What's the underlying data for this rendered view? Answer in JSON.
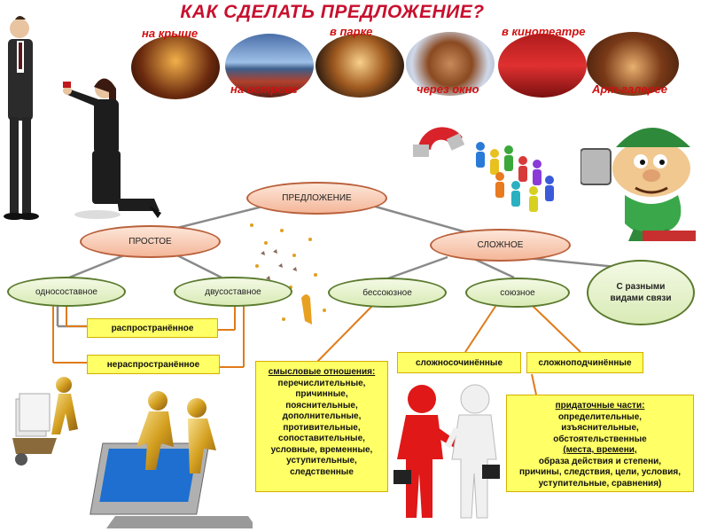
{
  "title": "КАК СДЕЛАТЬ ПРЕДЛОЖЕНИЕ?",
  "places": {
    "roof": "на крыше",
    "island": "на острове",
    "park": "в парке",
    "window": "через окно",
    "cinema": "в кинотеатре",
    "gallery": "Арт-галерее"
  },
  "nodes": {
    "root": "ПРЕДЛОЖЕНИЕ",
    "simple": "ПРОСТОЕ",
    "complex": "СЛОЖНОЕ",
    "one_part": "односоставное",
    "two_part": "двусоставное",
    "non_union": "бессоюзное",
    "union": "союзное",
    "mixed": "С разными видами связи",
    "extended": "распространённое",
    "non_extended": "нераспространённое",
    "compound": "сложносочинённые",
    "complex_sub": "сложноподчинённые"
  },
  "meaning_box": {
    "heading": "смысловые отношения:",
    "lines": [
      "перечислительные,",
      "причинные,",
      "пояснительные,",
      "дополнительные,",
      "противительные,",
      "сопоставительные,",
      "условные, временные,",
      "уступительные,",
      "следственные"
    ]
  },
  "subordinate_box": {
    "heading": "придаточные части:",
    "lines": [
      "определительные,",
      "изъяснительные,",
      "обстоятельственные",
      "(места, времени,",
      "образа действия и степени,",
      "причины, следствия, цели, условия,",
      "уступительные, сравнения)"
    ]
  },
  "colors": {
    "title": "#c8102e",
    "connector_gray": "#8a8a8a",
    "connector_orange": "#e07b1a",
    "highlight": "#ffff66"
  }
}
